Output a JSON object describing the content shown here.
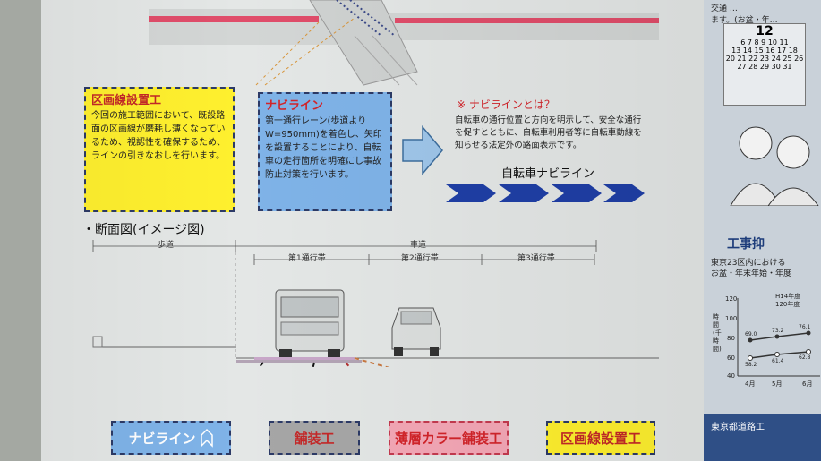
{
  "callouts": {
    "lane_marking": {
      "title": "区画線設置工",
      "body": "今回の施工範囲において、既設路面の区画線が磨耗し薄くなっているため、視認性を確保するため、ラインの引きなおしを行います。"
    },
    "navi_line": {
      "title": "ナビライン",
      "body": "第一通行レーン(歩道より W=950mm)を着色し、矢印を設置することにより、自転車の走行箇所を明確にし事故防止対策を行います。"
    }
  },
  "explanation": {
    "heading": "※ ナビラインとは？",
    "body": "自転車の通行位置と方向を明示して、安全な通行を促すとともに、自転車利用者等に自転車動線を知らせる法定外の路面表示です。",
    "arrow_label": "自転車ナビライン"
  },
  "section": {
    "title": "・断面図(イメージ図)",
    "sidewalk": "歩道",
    "roadway": "車道",
    "lane1": "第1通行帯",
    "lane2": "第2通行帯",
    "lane3": "第3通行帯"
  },
  "labels": {
    "navi": "ナビライン",
    "paving": "舗装工",
    "color_paving": "薄層カラー舗装工",
    "marking": "区画線設置工"
  },
  "right_page": {
    "top_text": "交通 …\nます。(お盆・年…",
    "calendar_month": "12",
    "calendar_rows": [
      "6 7 8 9 10 11",
      "13 14 15 16 17 18",
      "20 21 22 23 24 25 26",
      "27 28 29 30 31"
    ],
    "section_title": "工事抑",
    "desc1": "東京23区内における",
    "desc2": "お盆・年末年始・年度",
    "legend1": "H14年度",
    "legend2": "120年度",
    "yaxis": "時間(千時間)",
    "yticks": [
      "120",
      "100",
      "80",
      "60",
      "40"
    ],
    "xticks": [
      "4月",
      "5月",
      "6月"
    ],
    "values": [
      "69.0",
      "73.2",
      "76.1",
      "58.2",
      "61.4",
      "62.8"
    ],
    "footer": "東京都道路工"
  },
  "colors": {
    "yellow": "#fff02e",
    "blue_box": "#7fb3e8",
    "navy": "#1d2f8a",
    "red": "#d2242a",
    "pink": "#f06d83",
    "gray_box": "#a6a6a6",
    "chevron": "#1f3fa6"
  }
}
